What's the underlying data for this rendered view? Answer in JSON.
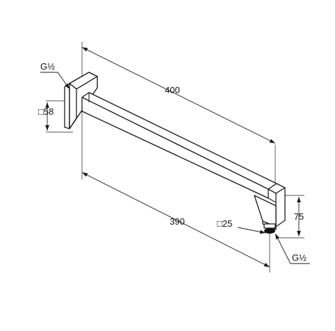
{
  "dimensions": {
    "length_top": "400",
    "length_bottom": "390",
    "flange_square": "□58",
    "tube_square": "□25",
    "height": "75"
  },
  "threads": {
    "wall_connection": "G½",
    "outlet_connection": "G½"
  }
}
